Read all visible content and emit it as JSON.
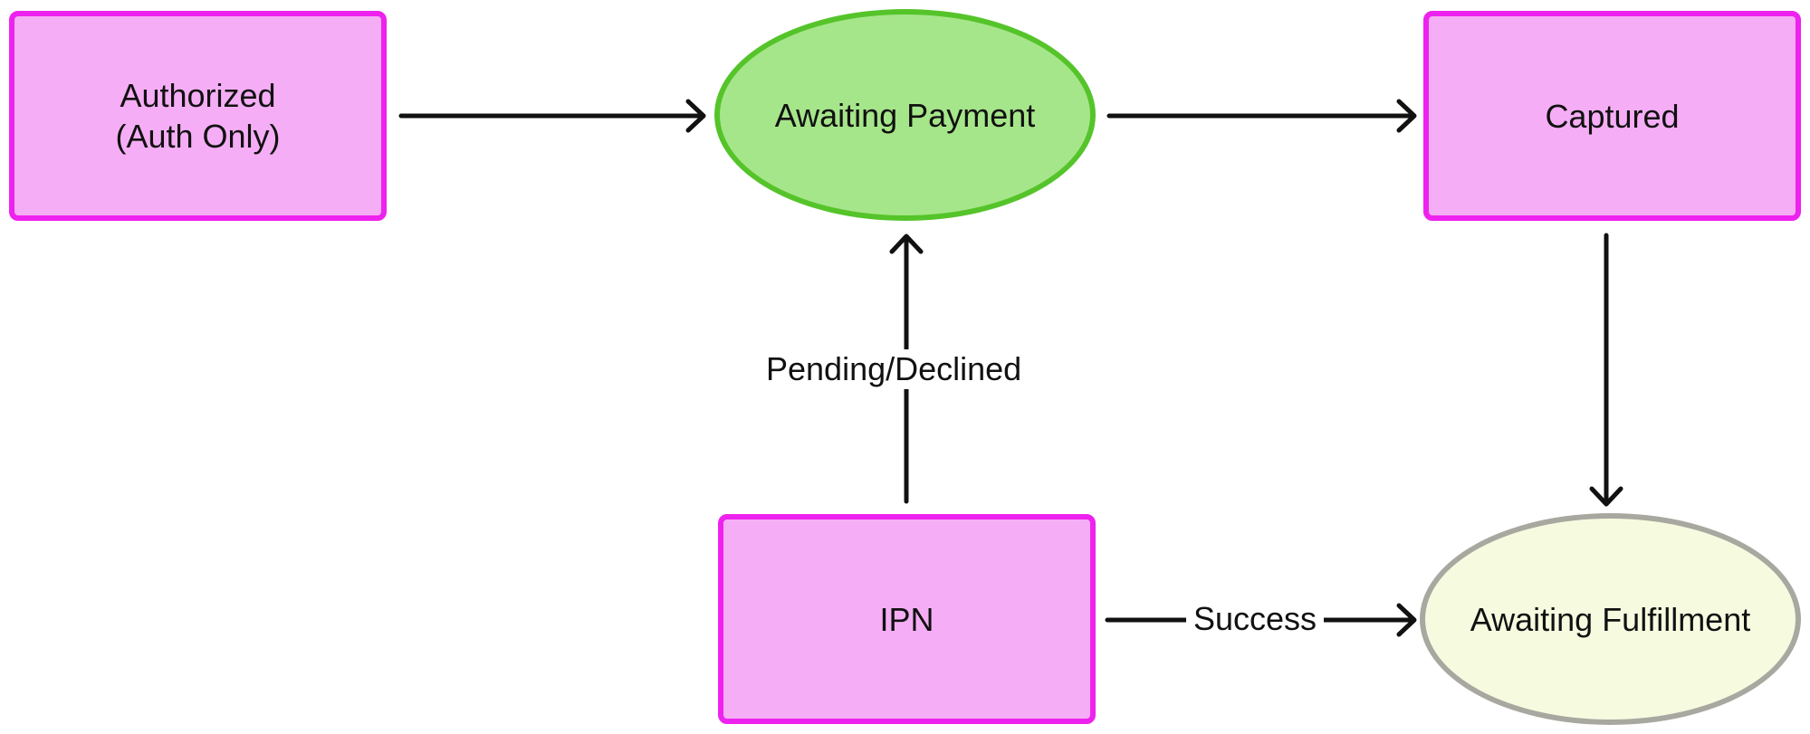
{
  "colors": {
    "rect_fill": "#f5aef5",
    "rect_border": "#ee22ee",
    "awaiting_payment_fill": "#a6e68a",
    "awaiting_payment_border": "#55c42a",
    "awaiting_fulfillment_fill": "#f6fbe0",
    "awaiting_fulfillment_border": "#a8a8a0",
    "edge": "#111111"
  },
  "nodes": {
    "authorized": {
      "label": "Authorized\n(Auth Only)",
      "shape": "rectangle"
    },
    "awaiting_payment": {
      "label": "Awaiting Payment",
      "shape": "ellipse"
    },
    "captured": {
      "label": "Captured",
      "shape": "rectangle"
    },
    "ipn": {
      "label": "IPN",
      "shape": "rectangle"
    },
    "awaiting_fulfillment": {
      "label": "Awaiting Fulfillment",
      "shape": "ellipse"
    }
  },
  "edges": [
    {
      "from": "authorized",
      "to": "awaiting_payment",
      "label": ""
    },
    {
      "from": "awaiting_payment",
      "to": "captured",
      "label": ""
    },
    {
      "from": "captured",
      "to": "awaiting_fulfillment",
      "label": ""
    },
    {
      "from": "ipn",
      "to": "awaiting_payment",
      "label": "Pending/Declined"
    },
    {
      "from": "ipn",
      "to": "awaiting_fulfillment",
      "label": "Success"
    }
  ]
}
